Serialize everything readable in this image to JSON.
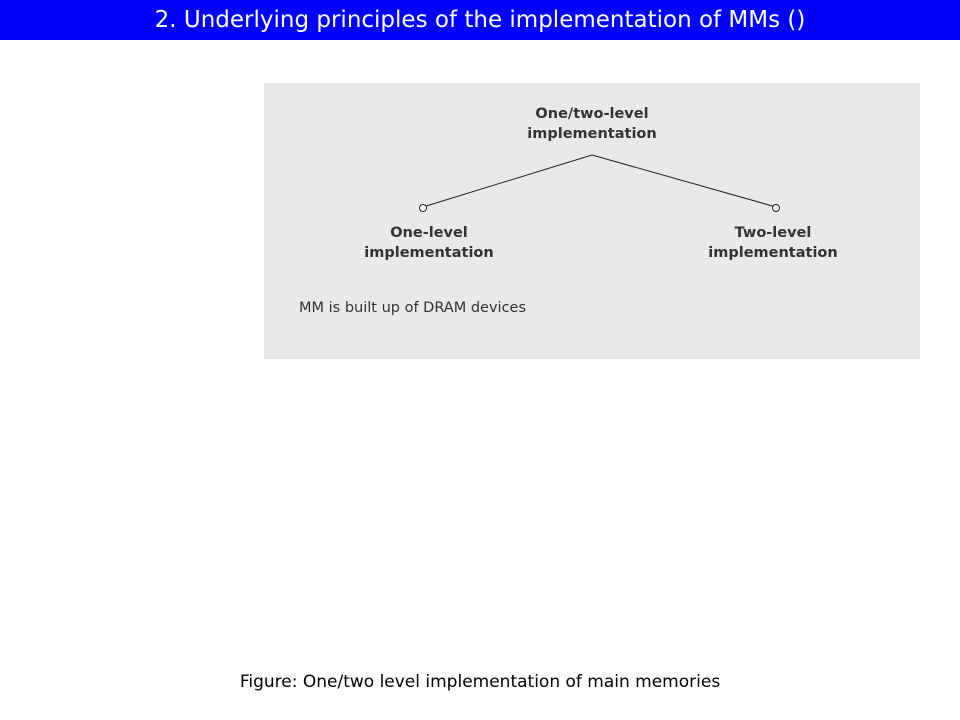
{
  "header": {
    "title": "2. Underlying principles of the implementation of MMs ()"
  },
  "diagram": {
    "root": {
      "line1": "One/two-level",
      "line2": "implementation"
    },
    "left": {
      "line1": "One-level",
      "line2": "implementation"
    },
    "right": {
      "line1": "Two-level",
      "line2": "implementation"
    },
    "note": "MM is built up of DRAM devices"
  },
  "caption": "Figure: One/two level implementation of main memories",
  "colors": {
    "title_bar": "#0000ff",
    "title_text": "#ffffff",
    "panel": "#e9e9e9",
    "text": "#333333"
  }
}
